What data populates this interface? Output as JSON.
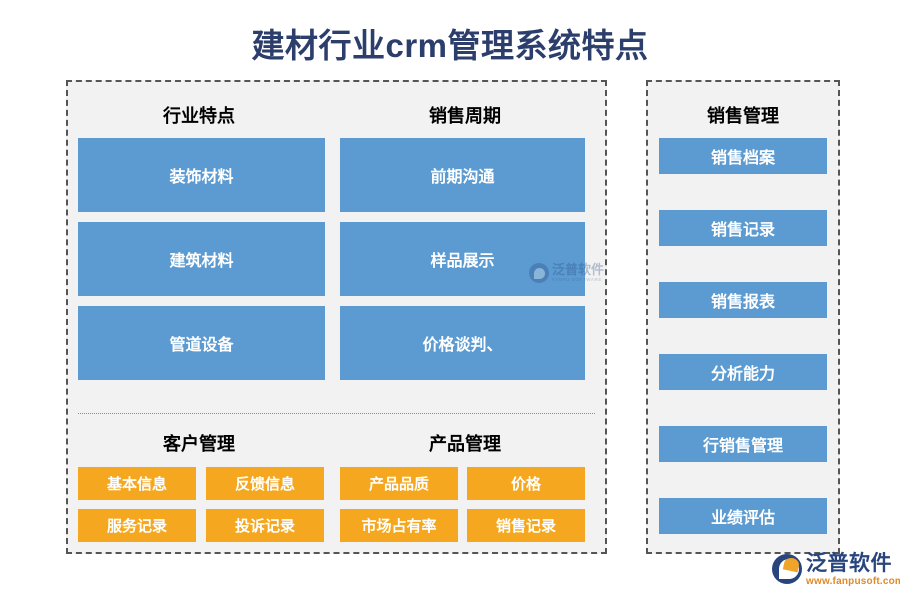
{
  "page": {
    "title": "建材行业crm管理系统特点",
    "background": "#ffffff",
    "title_color": "#2c3e6b",
    "panel_fill": "#f2f2f2",
    "panel_border": "#555555",
    "blue": "#5b9bd1",
    "orange": "#f5a81f"
  },
  "left_panel": {
    "top_section": {
      "columns": [
        {
          "heading": "行业特点",
          "items": [
            "装饰材料",
            "建筑材料",
            "管道设备"
          ]
        },
        {
          "heading": "销售周期",
          "items": [
            "前期沟通",
            "样品展示",
            "价格谈判、"
          ]
        }
      ]
    },
    "bottom_section": {
      "columns": [
        {
          "heading": "客户管理",
          "items": [
            "基本信息",
            "反馈信息",
            "服务记录",
            "投诉记录"
          ]
        },
        {
          "heading": "产品管理",
          "items": [
            "产品品质",
            "价格",
            "市场占有率",
            "销售记录"
          ]
        }
      ]
    }
  },
  "right_panel": {
    "heading": "销售管理",
    "items": [
      "销售档案",
      "销售记录",
      "销售报表",
      "分析能力",
      "行销售管理",
      "业绩评估"
    ]
  },
  "branding": {
    "name_cn": "泛普软件",
    "url": "www.fanpusoft.com",
    "watermark_cn": "泛普软件",
    "watermark_en": "FANPU SOFTWARE"
  }
}
